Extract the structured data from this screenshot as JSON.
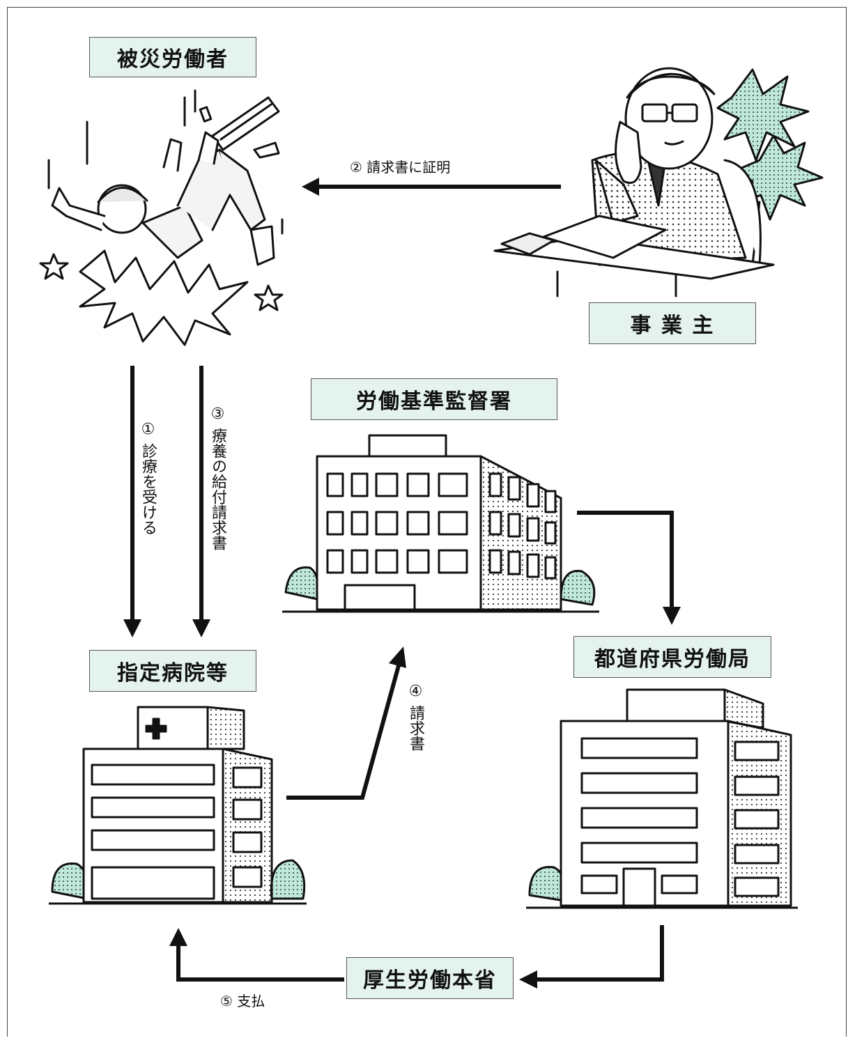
{
  "nodes": {
    "worker": "被災労働者",
    "employer": "事 業 主",
    "labor_office": "労働基準監督署",
    "hospital": "指定病院等",
    "prefectural_bureau": "都道府県労働局",
    "ministry": "厚生労働本省"
  },
  "steps": {
    "step1": "① 診療を受ける",
    "step2": "② 請求書に証明",
    "step3": "③ 療養の給付請求書",
    "step4": "④ 請求書",
    "step5": "⑤ 支払"
  },
  "icons": {
    "worker": "falling-worker-illustration",
    "employer": "businessman-on-phone-illustration",
    "labor_office": "office-building-illustration",
    "hospital": "hospital-building-illustration",
    "prefectural_bureau": "government-building-illustration"
  },
  "colors": {
    "label_bg": "#e4f3ee",
    "hatch": "#8fd3c3",
    "ink": "#111111"
  }
}
